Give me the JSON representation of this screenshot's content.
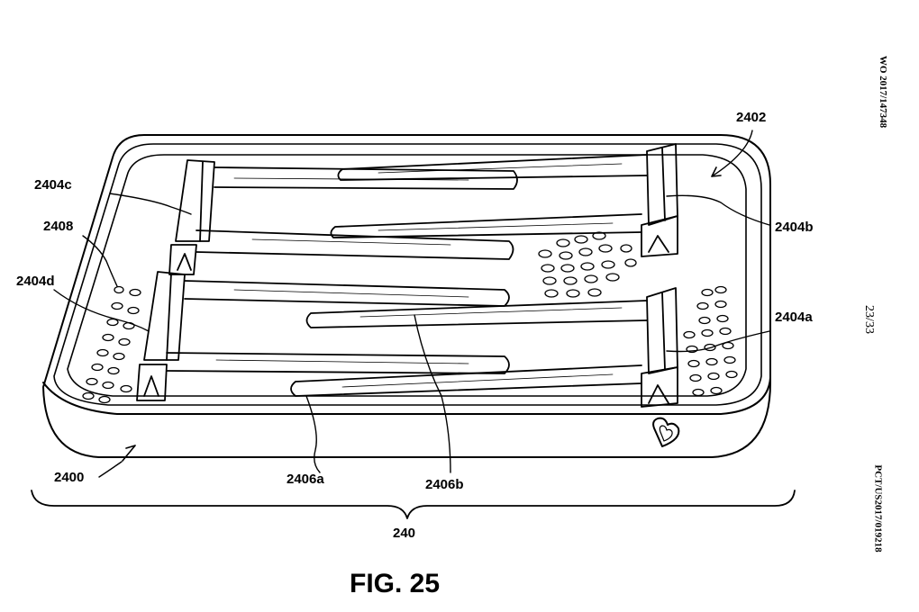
{
  "header": {
    "publication_number": "WO 2017/147348",
    "application_number": "PCT/US2017/019218",
    "sheet": "23/33"
  },
  "caption": "FIG. 25",
  "labels": {
    "tray": "2400",
    "lid_recess": "2402",
    "holder_a": "2404a",
    "holder_b": "2404b",
    "holder_c": "2404c",
    "holder_d": "2404d",
    "handle_a": "2406a",
    "handle_b": "2406b",
    "vent_holes": "2408",
    "assembly": "240"
  },
  "icons": {
    "logo": "heart-logo-icon"
  }
}
